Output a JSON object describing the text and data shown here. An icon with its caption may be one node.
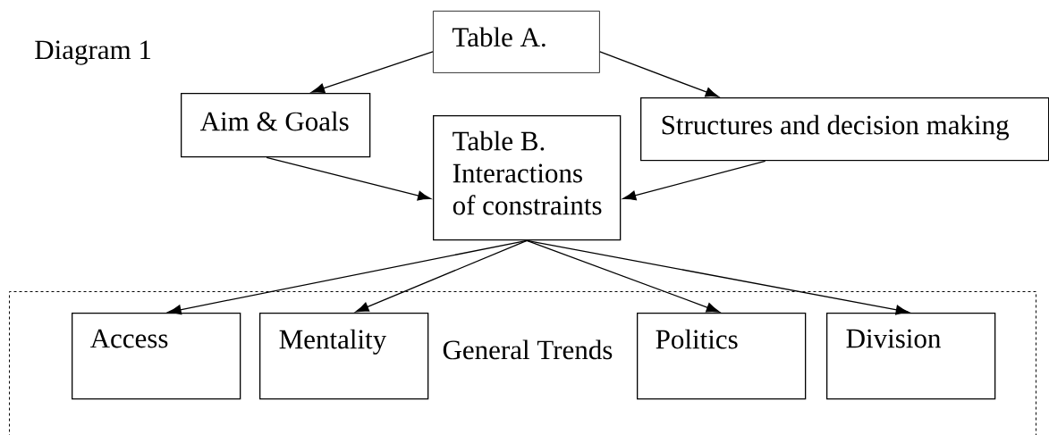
{
  "diagram": {
    "title": "Diagram 1",
    "nodes": [
      {
        "text": [
          "Table A."
        ]
      },
      {
        "text": [
          "Aim & Goals"
        ]
      },
      {
        "text": [
          "Structures and decision making"
        ]
      },
      {
        "text": [
          "Table B. Interactions of constraints"
        ]
      },
      {
        "text": [
          "General Trends"
        ]
      },
      {
        "text": [
          "Access"
        ],
        "in": 4
      },
      {
        "text": [
          "Mentality"
        ],
        "in": 4
      },
      {
        "text": [
          "Politics"
        ],
        "in": 4
      },
      {
        "text": [
          "Division"
        ],
        "in": 4
      }
    ],
    "edges": [
      {
        "from": 0,
        "to": 1,
        "arrow": "to"
      },
      {
        "from": 0,
        "to": 2,
        "arrow": "to"
      },
      {
        "from": 1,
        "to": 3,
        "arrow": "to"
      },
      {
        "from": 2,
        "to": 3,
        "arrow": "to"
      },
      {
        "from": 3,
        "to": 5,
        "arrow": "to"
      },
      {
        "from": 3,
        "to": 6,
        "arrow": "to"
      },
      {
        "from": 3,
        "to": 7,
        "arrow": "to"
      },
      {
        "from": 3,
        "to": 8,
        "arrow": "to"
      }
    ]
  }
}
